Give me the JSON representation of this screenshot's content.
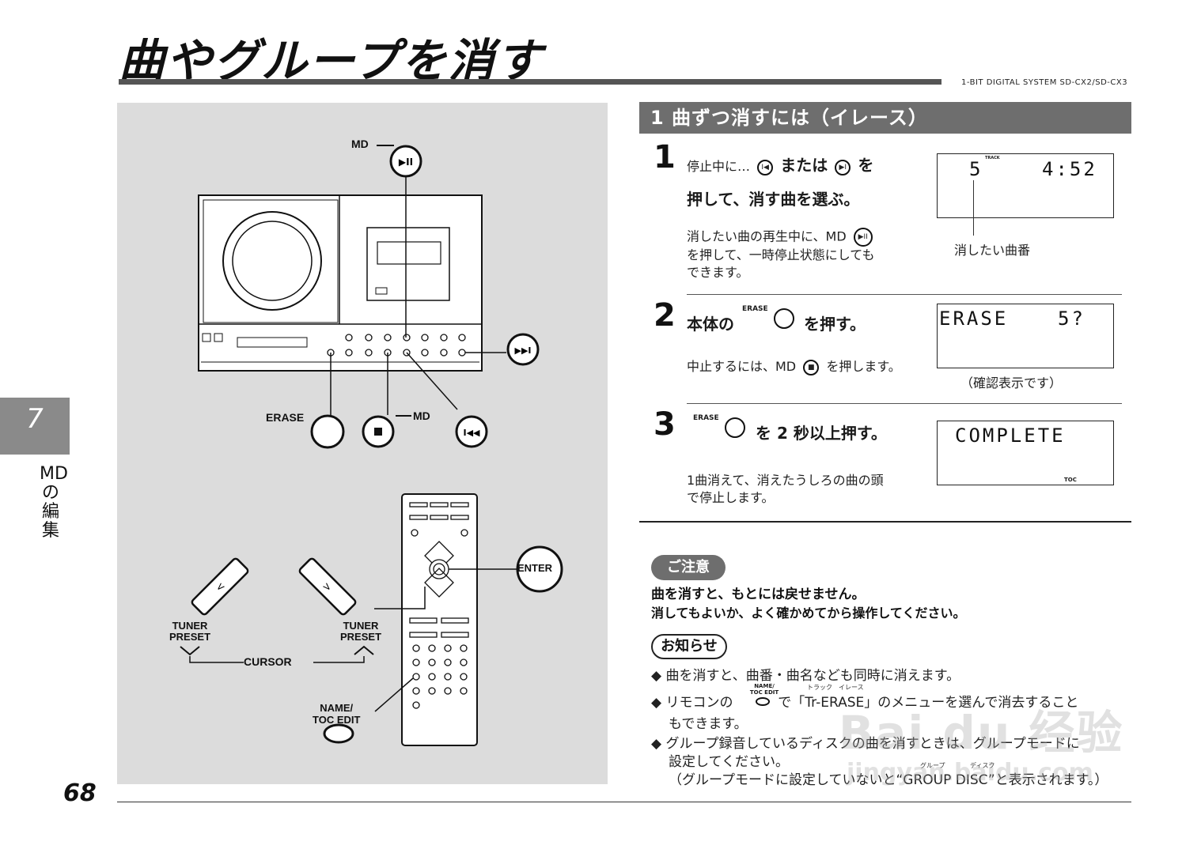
{
  "page": {
    "title": "曲やグループを消す",
    "model": "1-BIT DIGITAL SYSTEM SD-CX2/SD-CX3",
    "chapter_number": "7",
    "chapter_label": "MDの編集",
    "page_number": "68"
  },
  "section": {
    "heading": "1 曲ずつ消すには（イレース）"
  },
  "steps": [
    {
      "number": "1",
      "line1_pre": "停止中に…",
      "line1_mid": "または",
      "line1_post": "を",
      "line2": "押して、消す曲を選ぶ。",
      "note_line1": "消したい曲の再生中に、MD",
      "note_line2": "を押して、一時停止状態にしても",
      "note_line3": "できます。",
      "display_track": "5",
      "display_track_tag": "TRACK",
      "display_time": "4:52",
      "display_caption": "消したい曲番"
    },
    {
      "number": "2",
      "line1_pre": "本体の",
      "btn_label": "ERASE",
      "line1_post": "を押す。",
      "note": "中止するには、MD",
      "note_post": "を押します。",
      "display_left": "ERASE",
      "display_right": "5?",
      "display_caption": "（確認表示です）"
    },
    {
      "number": "3",
      "btn_label": "ERASE",
      "line1_post": "を 2 秒以上押す。",
      "note_line1": "1曲消えて、消えたうしろの曲の頭",
      "note_line2": "で停止します。",
      "display_text": "COMPLETE",
      "display_tag": "TOC"
    }
  ],
  "caution": {
    "badge": "ご注意",
    "line1": "曲を消すと、もとには戻せません。",
    "line2": "消してもよいか、よく確かめてから操作してください。"
  },
  "info": {
    "badge": "お知らせ",
    "bullet": "◆",
    "item1": "曲を消すと、曲番・曲名なども同時に消えます。",
    "item2_pre": "リモコンの",
    "item2_btn_label": "NAME/ TOC EDIT",
    "item2_ruby": "トラック　イレース",
    "item2_post": "で「Tr-ERASE」のメニューを選んで消去すること",
    "item2_line2": "もできます。",
    "item3_line1": "グループ録音しているディスクの曲を消すときは、グループモードに",
    "item3_line2": "設定してください。",
    "item3_ruby_1": "グループ",
    "item3_ruby_2": "ディスク",
    "item3_line3": "（グループモードに設定していないと“GROUP DISC”と表示されます。）"
  },
  "illustration": {
    "md_label_top": "MD",
    "erase_label": "ERASE",
    "md_label_stop": "MD",
    "enter_label": "ENTER",
    "tuner_preset_left_1": "TUNER",
    "tuner_preset_left_2": "PRESET",
    "tuner_preset_right_1": "TUNER",
    "tuner_preset_right_2": "PRESET",
    "cursor_label": "CURSOR",
    "name_label_1": "NAME/",
    "name_label_2": "TOC EDIT"
  },
  "watermark": {
    "text": "Bai du 经验",
    "url": "jingyan.baidu.com"
  }
}
